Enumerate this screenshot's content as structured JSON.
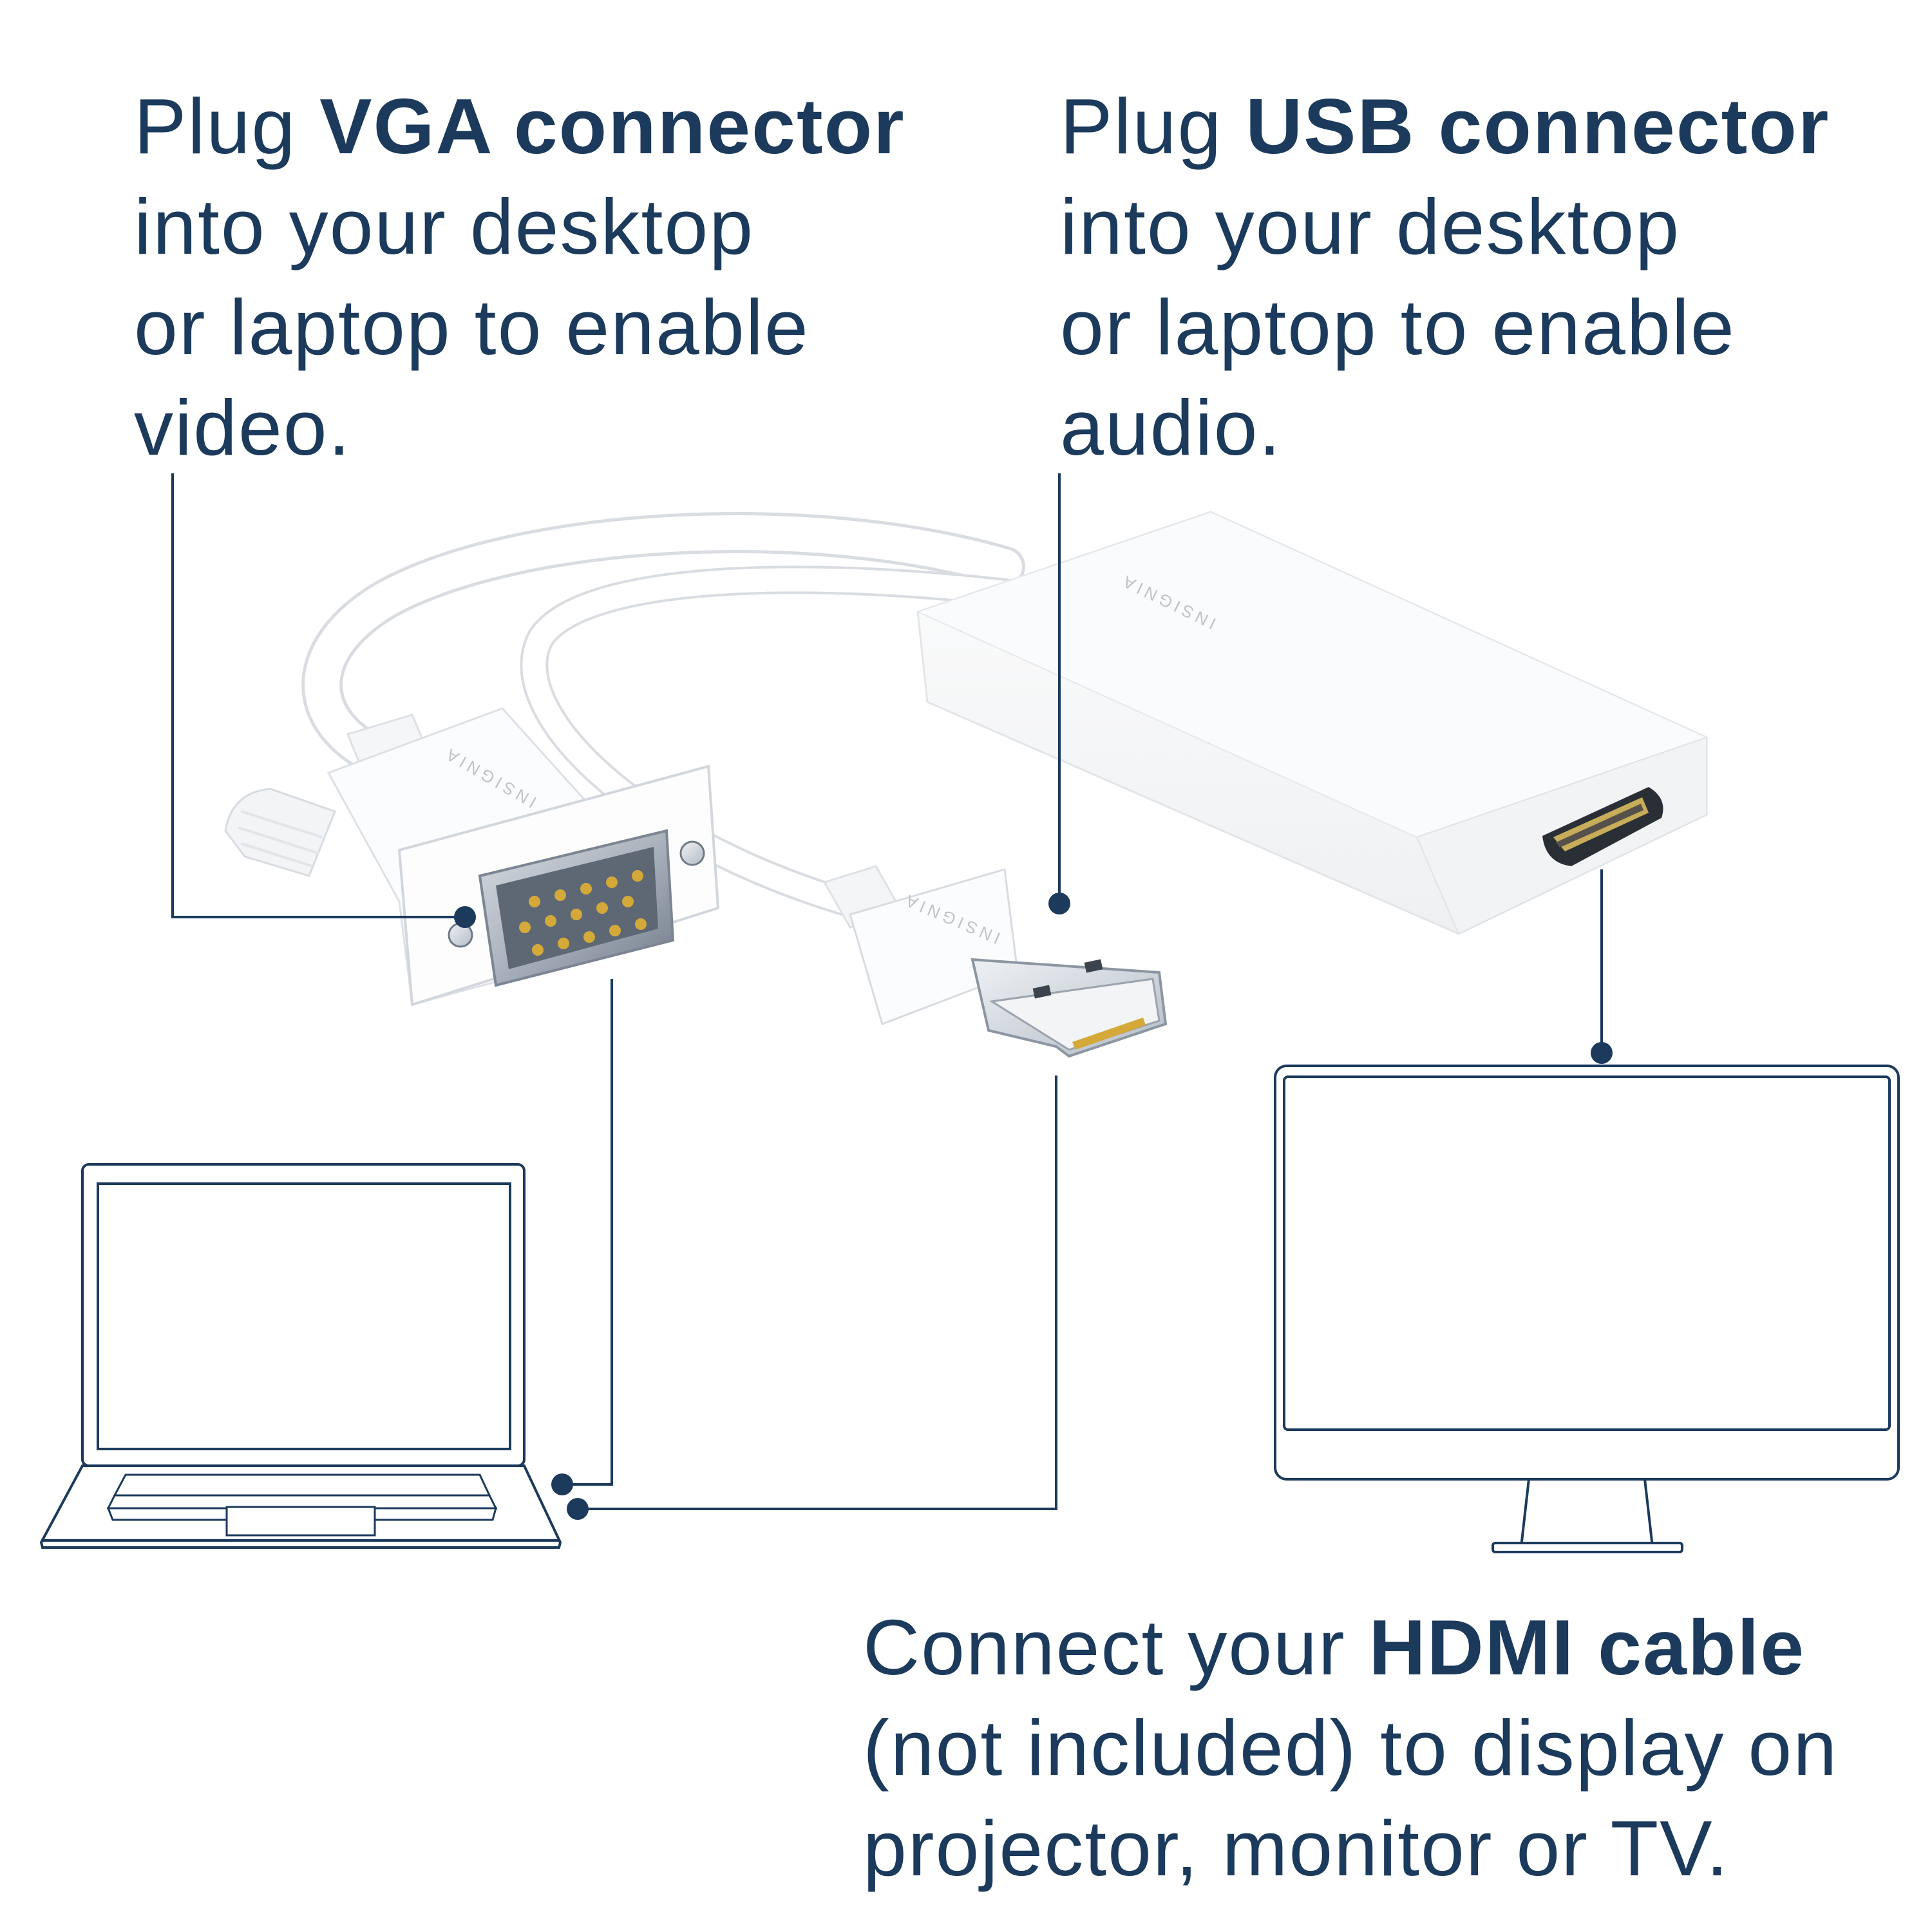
{
  "captions": {
    "vga": {
      "line1_pre": "Plug ",
      "line1_bold": "VGA connector",
      "line2": "into your desktop",
      "line3": "or laptop to enable",
      "line4": "video."
    },
    "usb": {
      "line1_pre": "Plug ",
      "line1_bold": "USB connector",
      "line2": "into your desktop",
      "line3": "or laptop to enable",
      "line4": "audio."
    },
    "hdmi": {
      "line1_pre": "Connect your ",
      "line1_bold": "HDMI cable",
      "line2": "(not included) to display on",
      "line3": "projector, monitor or TV."
    }
  },
  "brand": {
    "adapter": "INSIGNIA",
    "vga_plug": "INSIGNIA",
    "usb_plug": "INSIGNIA"
  },
  "colors": {
    "text": "#1b3a5c",
    "line": "#1b3a5c",
    "product": "#ffffff",
    "product_edge": "#d9dde2"
  }
}
